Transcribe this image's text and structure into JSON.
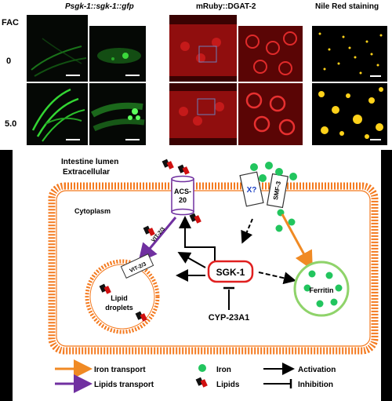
{
  "panels": {
    "sgk": {
      "title": "Psgk-1::sgk-1::gfp",
      "enlarged": "enlarged"
    },
    "dgat": {
      "title": "mRuby::DGAT-2",
      "enlarged": "enlarged"
    },
    "nile": {
      "title": "Nile Red staining"
    }
  },
  "fac": {
    "label": "FAC",
    "rows": [
      "0",
      "5.0"
    ]
  },
  "diagram": {
    "lumen": "Intestine lumen",
    "extracellular": "Extracellular",
    "cytoplasm": "Cytoplasm",
    "acs": "ACS-\n20",
    "vit_arrow": "VIT-2/3",
    "vit_box": "VIT-2/3",
    "x": "X?",
    "smf": "SMF-3",
    "sgk": "SGK-1",
    "cyp": "CYP-23A1",
    "ferritin": "Ferritin",
    "lipid_droplets": "Lipid\ndroplets"
  },
  "legend": {
    "iron_transport": "Iron transport",
    "lipids_transport": "Lipids transport",
    "iron": "Iron",
    "lipids": "Lipids",
    "activation": "Activation",
    "inhibition": "Inhibition"
  },
  "colors": {
    "iron_transport": "#f08a24",
    "lipids_transport": "#7030a0",
    "iron": "#22c55e",
    "lipids_red": "#d01010",
    "sgk_box": "#e02020",
    "ferritin_ring": "#8fd36a",
    "membrane": "#f47a1f",
    "gfp": "#33d633",
    "ruby": "#d01a1a",
    "nile": "#ffd21a"
  }
}
